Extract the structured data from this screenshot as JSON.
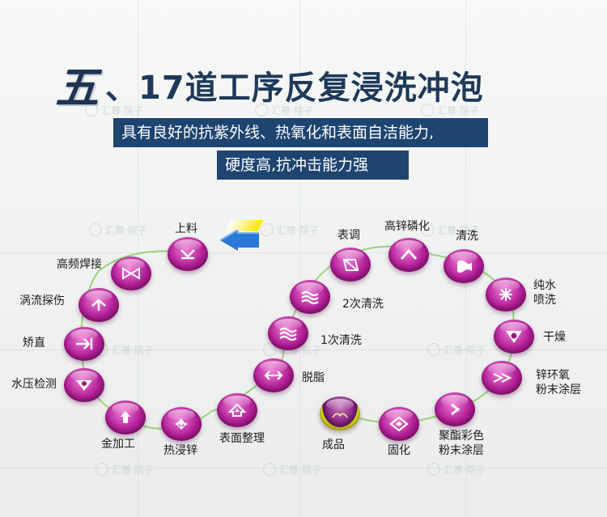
{
  "title": {
    "number": "五",
    "text": "、17道工序反复浸洗冲泡"
  },
  "subtitle": {
    "line1": "具有良好的抗紫外线、热氧化和表面自洁能力,",
    "line2": "硬度高,抗冲击能力强"
  },
  "watermark": "汇尊·院子",
  "colors": {
    "node": "#b21e96",
    "subtitle_bg": "#1e4470",
    "title": "#1e3a5a",
    "path": "#9ad17b"
  },
  "steps": [
    {
      "label": "上料",
      "icon": "down-arrow-icon"
    },
    {
      "label": "高频焊接",
      "icon": "bowtie-icon"
    },
    {
      "label": "涡流探伤",
      "icon": "up-arrow-icon"
    },
    {
      "label": "矫直",
      "icon": "right-arrow-bar-icon"
    },
    {
      "label": "水压检测",
      "icon": "drop-icon"
    },
    {
      "label": "金加工",
      "icon": "pyramid-icon"
    },
    {
      "label": "热浸锌",
      "icon": "flower-icon"
    },
    {
      "label": "表面整理",
      "icon": "house-icon"
    },
    {
      "label": "脱脂",
      "icon": "double-arrow-icon"
    },
    {
      "label": "1次清洗",
      "icon": "wave-icon"
    },
    {
      "label": "2次清洗",
      "icon": "wave-icon"
    },
    {
      "label": "表调",
      "icon": "diagonal-icon"
    },
    {
      "label": "高锌磷化",
      "icon": "chevron-up-icon"
    },
    {
      "label": "清洗",
      "icon": "flag-icon"
    },
    {
      "label": "纯水\n喷洗",
      "icon": "sparkle-icon"
    },
    {
      "label": "干燥",
      "icon": "triangle-flower-icon"
    },
    {
      "label": "锌环氧\n粉末涂层",
      "icon": "fast-forward-icon"
    },
    {
      "label": "聚酯彩色\n粉末涂层",
      "icon": "chevron-right-icon"
    },
    {
      "label": "固化",
      "icon": "diamond-icon"
    },
    {
      "label": "成品",
      "icon": "leaf-icon"
    }
  ]
}
